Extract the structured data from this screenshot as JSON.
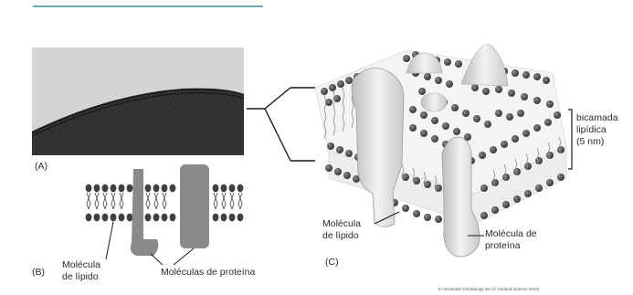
{
  "labels": {
    "panel_a": "(A)",
    "panel_b": "(B)",
    "panel_c": "(C)",
    "b_lipid_line1": "Molécula",
    "b_lipid_line2": "de lípido",
    "b_proteins": "Moléculas de proteína",
    "c_lipid_line1": "Molécula",
    "c_lipid_line2": "de lípido",
    "c_protein_line1": "Molécula de",
    "c_protein_line2": "proteína",
    "bilayer_line1": "bicamada",
    "bilayer_line2": "lipídica",
    "bilayer_line3": "(5 nm)",
    "credit": "In: Essential Cell Biology 3/e (© Garland Science 2010)"
  },
  "colors": {
    "accent_rule": "#6aa9ad",
    "protein_gray": "#8a8a8a",
    "head_dark": "#3f3f3f"
  }
}
